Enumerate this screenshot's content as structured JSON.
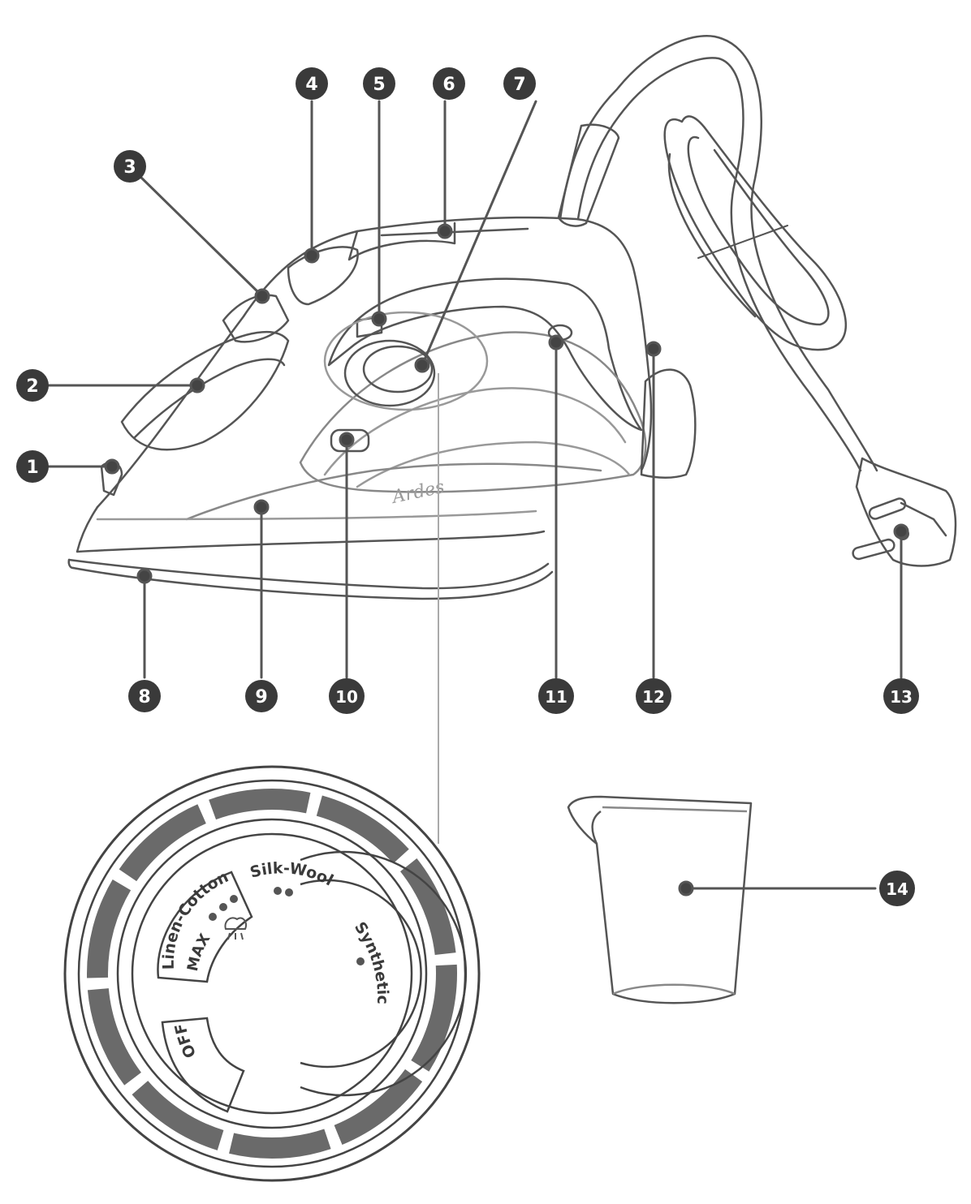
{
  "callouts": [
    {
      "id": 1,
      "label": "1"
    },
    {
      "id": 2,
      "label": "2"
    },
    {
      "id": 3,
      "label": "3"
    },
    {
      "id": 4,
      "label": "4"
    },
    {
      "id": 5,
      "label": "5"
    },
    {
      "id": 6,
      "label": "6"
    },
    {
      "id": 7,
      "label": "7"
    },
    {
      "id": 8,
      "label": "8"
    },
    {
      "id": 9,
      "label": "9"
    },
    {
      "id": 10,
      "label": "10"
    },
    {
      "id": 11,
      "label": "11"
    },
    {
      "id": 12,
      "label": "12"
    },
    {
      "id": 13,
      "label": "13"
    },
    {
      "id": 14,
      "label": "14"
    }
  ],
  "brand": "Ardes",
  "dial": {
    "linen_cotton": "Linen-Cotton",
    "max": "MAX",
    "silk_wool": "Silk-Wool",
    "synthetic": "Synthetic",
    "off": "OFF"
  },
  "colors": {
    "ink": "#2b2b2b",
    "line": "#555555",
    "badge": "#3a3a3a",
    "badge_text": "#ffffff",
    "ring": "#6a6a6a"
  }
}
